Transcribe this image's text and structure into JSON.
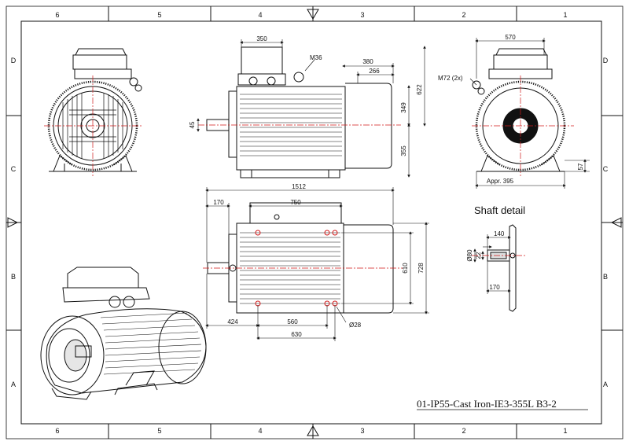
{
  "frame": {
    "columns": [
      "6",
      "5",
      "4",
      "3",
      "2",
      "1"
    ],
    "rows": [
      "D",
      "C",
      "B",
      "A"
    ]
  },
  "dimensions": {
    "d350": "350",
    "d570": "570",
    "m36": "M36",
    "d380": "380",
    "d266": "266",
    "d622": "622",
    "d349": "349",
    "d355": "355",
    "d45": "45",
    "m72": "M72 (2x)",
    "d57": "57",
    "appr395": "Appr. 395",
    "d1512": "1512",
    "d170": "170",
    "d750": "750",
    "d610": "610",
    "d728": "728",
    "d424": "424",
    "d560": "560",
    "d630": "630",
    "phi28": "Ø28",
    "s140": "140",
    "s80": "Ø80",
    "s22": "22",
    "s170": "170"
  },
  "shaft_detail": "Shaft detail",
  "title": "01-IP55-Cast Iron-IE3-355L B3-2",
  "colors": {
    "line": "#111111",
    "centerline": "#d11a1a",
    "hatch": "#e6e6e6"
  }
}
